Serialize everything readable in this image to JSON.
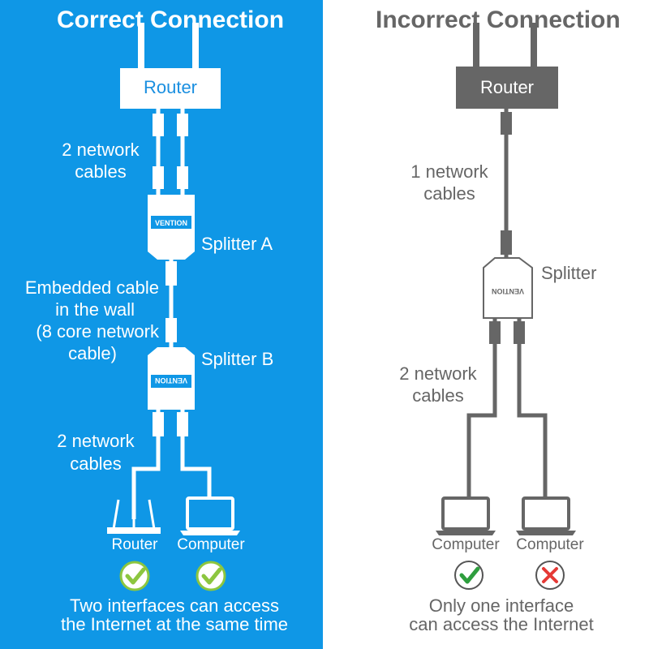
{
  "left": {
    "title": "Correct Connection",
    "router_label": "Router",
    "cables_top": [
      "2 network",
      "cables"
    ],
    "splitter_a": "Splitter A",
    "embedded": [
      "Embedded cable",
      "in the wall",
      "(8 core network",
      "cable)"
    ],
    "splitter_b": "Splitter B",
    "cables_bottom": [
      "2 network",
      "cables"
    ],
    "device_router": "Router",
    "device_computer": "Computer",
    "caption": [
      "Two interfaces can access",
      "the Internet at the same time"
    ],
    "brand": "VENTION"
  },
  "right": {
    "title": "Incorrect Connection",
    "router_label": "Router",
    "cables_top": [
      "1 network",
      "cables"
    ],
    "splitter": "Splitter",
    "cables_bottom": [
      "2 network",
      "cables"
    ],
    "device_computer_1": "Computer",
    "device_computer_2": "Computer",
    "caption": [
      "Only one interface",
      "can access the Internet"
    ],
    "brand": "VENTION"
  },
  "colors": {
    "left_bg": "#0f97e6",
    "right_fg": "#666666",
    "ok_green": "#8cc63f",
    "ok_green_dark": "#2e9e3e",
    "error_red": "#e53935"
  }
}
